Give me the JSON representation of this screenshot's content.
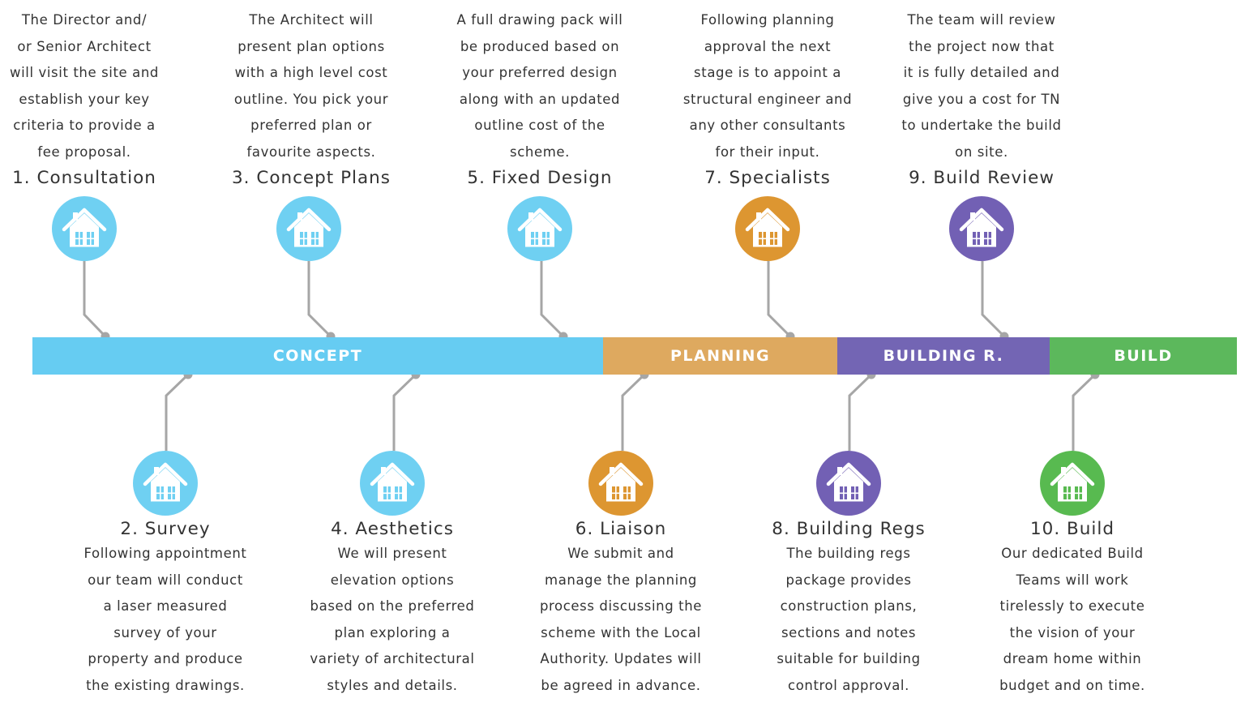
{
  "colors": {
    "concept": "#66ccf2",
    "planning": "#dea95f",
    "building_regs": "#7365b4",
    "build": "#5cb85c",
    "icon_concept": "#6fd0f2",
    "icon_planning": "#dd9631",
    "icon_building_regs": "#7260b4",
    "icon_build": "#58ba50",
    "connector": "#a6a6a6"
  },
  "bands": {
    "concept": "CONCEPT",
    "planning": "PLANNING",
    "building_regs": "BUILDING R.",
    "build": "BUILD"
  },
  "icon_name": "house-icon",
  "steps": [
    {
      "title": "1. Consultation",
      "lines": [
        "The Director and/",
        "or Senior Architect",
        "will visit the site and",
        "establish your key",
        "criteria to provide a",
        "fee proposal."
      ]
    },
    {
      "title": "2. Survey",
      "lines": [
        "Following appointment",
        "our team will conduct",
        "a laser measured",
        "survey of your",
        "property and produce",
        "the existing drawings."
      ]
    },
    {
      "title": "3. Concept Plans",
      "lines": [
        "The Architect will",
        "present plan options",
        "with a high level cost",
        "outline. You pick your",
        "preferred plan or",
        "favourite aspects."
      ]
    },
    {
      "title": "4. Aesthetics",
      "lines": [
        "We will present",
        "elevation options",
        "based on the preferred",
        "plan exploring a",
        "variety of architectural",
        "styles and details."
      ]
    },
    {
      "title": "5. Fixed Design",
      "lines": [
        "A full drawing pack will",
        "be produced based on",
        "your preferred design",
        "along with an updated",
        "outline cost of the",
        "scheme."
      ]
    },
    {
      "title": "6. Liaison",
      "lines": [
        "We submit and",
        "manage the planning",
        "process discussing the",
        "scheme with the Local",
        "Authority. Updates will",
        "be agreed in advance."
      ]
    },
    {
      "title": "7. Specialists",
      "lines": [
        "Following planning",
        "approval the next",
        "stage is to appoint a",
        "structural engineer and",
        "any other consultants",
        "for their input."
      ]
    },
    {
      "title": "8. Building Regs",
      "lines": [
        "The building regs",
        "package provides",
        "construction plans,",
        "sections and notes",
        "suitable for building",
        "control approval."
      ]
    },
    {
      "title": "9. Build Review",
      "lines": [
        "The team will review",
        "the project now that",
        "it is fully detailed and",
        "give you a cost for TN",
        "to undertake the build",
        "on site."
      ]
    },
    {
      "title": "10. Build",
      "lines": [
        "Our dedicated Build",
        "Teams will work",
        "tirelessly to execute",
        "the vision of your",
        "dream home within",
        "budget and on time."
      ]
    }
  ]
}
